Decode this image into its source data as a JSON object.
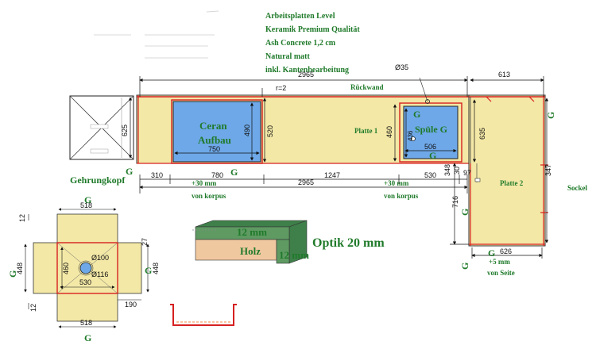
{
  "info_lines": [
    "Arbeitsplatten Level",
    "Keramik Premium Qualität",
    "Ash Concrete 1,2 cm",
    "Natural matt",
    "inkl. Kantenbearbeitung"
  ],
  "main": {
    "dim_top_total": "2965",
    "dim_top_right": "613",
    "dia_hole": "Ø35",
    "radius": "r=2",
    "rueckwand": "Rückwand",
    "ceran_line1": "Ceran",
    "ceran_line2": "Aufbau",
    "ceran_w": "750",
    "ceran_h": "490",
    "dim_520": "520",
    "dim_625": "625",
    "platte1": "Platte 1",
    "dim_460": "460",
    "spuele_g": "G",
    "spuele_label": "Spüle G",
    "spuele_g2": "G",
    "spuele_h": "436",
    "spuele_w": "506",
    "dim_635": "635",
    "dim_348": "348",
    "dim_97": "97",
    "dim_347": "347",
    "dim_716": "716",
    "dim_30": "30",
    "gehrungskopf": "Gehrungkopf",
    "g_mark": "G",
    "g_mark2": "G",
    "dim_310": "310",
    "dim_780": "780",
    "dim_1247": "1247",
    "dim_530": "530",
    "plus30_left": "+30 mm",
    "von_korpus_left": "von korpus",
    "dim_bottom_total": "2965",
    "plus30_right": "+30 mm",
    "von_korpus_right": "von korpus",
    "platte2": "Platte 2",
    "sockel": "Sockel",
    "g_vert": "G",
    "g_vert2": "G",
    "dim_626": "626",
    "plus5": "+5 mm",
    "von_seite": "von Seite",
    "g_bottom": "G",
    "g_vert3": "G"
  },
  "detail": {
    "g_top": "G",
    "dim_518_top": "518",
    "dim_12_top": "12",
    "g_left": "G",
    "dim_448_left": "448",
    "dim_460": "460",
    "dia_100": "Ø100",
    "dia_116": "Ø116",
    "dim_530": "530",
    "dim_27": "27",
    "dim_448_right": "448",
    "g_right": "G",
    "dim_12_bottom": "12",
    "dim_190": "190",
    "dim_518_bottom": "518",
    "g_bottom": "G"
  },
  "profile": {
    "label_12mm_top": "12 mm",
    "label_holz": "Holz",
    "label_12mm_right": "12 mm",
    "label_optik": "Optik 20 mm"
  },
  "colors": {
    "worktop": "#f3e8a6",
    "green_text": "#1f7a2a",
    "red": "#d62020",
    "blue": "#6ea8e8",
    "profile_green": "#3f7f4a",
    "profile_wood": "#f0c8a0"
  }
}
